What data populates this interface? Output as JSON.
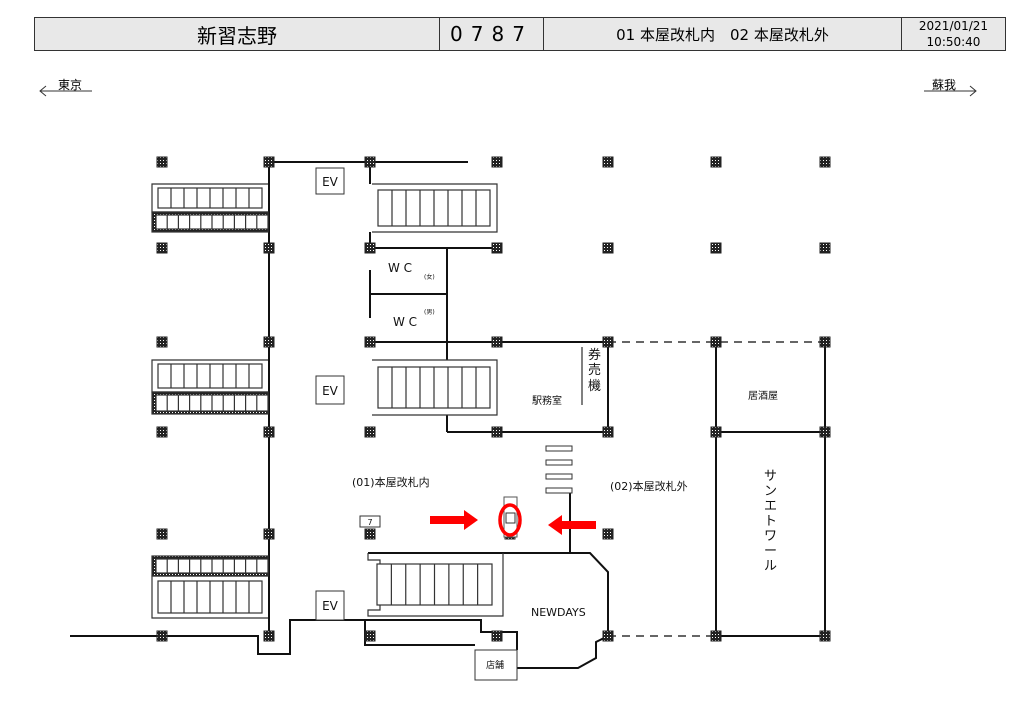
{
  "header": {
    "station": "新習志野",
    "code": "0787",
    "locations": "01 本屋改札内　02 本屋改札外",
    "date": "2021/01/21",
    "time": "10:50:40"
  },
  "directions": {
    "left": "東京",
    "right": "蘇我"
  },
  "map": {
    "ev_label": "EV",
    "wc_label": "W C",
    "wc_female": "(女)",
    "wc_male": "(男)",
    "station_office": "駅務室",
    "ticket_machine": [
      "券",
      "売",
      "機"
    ],
    "izakaya": "居酒屋",
    "sun_etoile": [
      "サ",
      "ン",
      "エ",
      "ト",
      "ワ",
      "ー",
      "ル"
    ],
    "inside_gate": "(01)本屋改札内",
    "outside_gate": "(02)本屋改札外",
    "newdays": "NEWDAYS",
    "shop": "店舗",
    "pillar_number": "7",
    "marker_color": "#ff0000"
  }
}
